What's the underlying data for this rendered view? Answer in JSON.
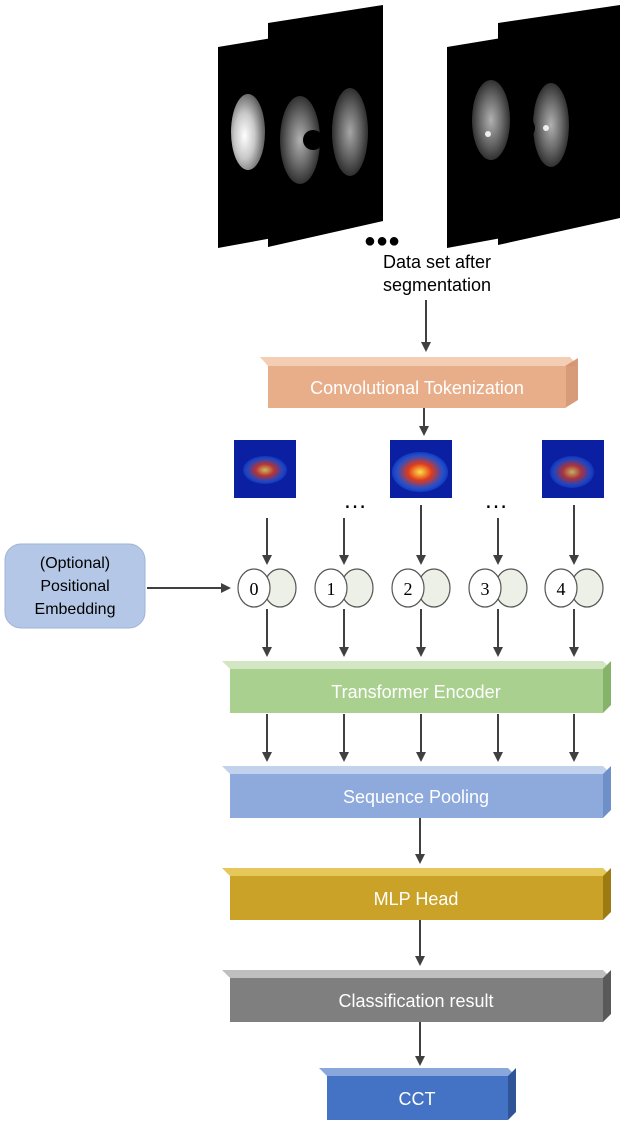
{
  "input": {
    "dots": "●●●",
    "caption_line1": "Data set after",
    "caption_line2": "segmentation"
  },
  "stages": {
    "tokenization": {
      "label": "Convolutional Tokenization",
      "color": "#E8AE8A"
    },
    "transformer": {
      "label": "Transformer Encoder",
      "color": "#A9D08E"
    },
    "pooling": {
      "label": "Sequence Pooling",
      "color": "#8EA9DB"
    },
    "mlp": {
      "label": "MLP Head",
      "color": "#C9A227"
    },
    "classification": {
      "label": "Classification result",
      "color": "#7F7F7F"
    },
    "cct": {
      "label": "CCT",
      "color": "#4472C4"
    }
  },
  "positional_embedding": {
    "line1": "(Optional)",
    "line2": "Positional",
    "line3": "Embedding",
    "color": "#B4C7E7"
  },
  "tokens": [
    "0",
    "1",
    "2",
    "3",
    "4"
  ],
  "ellipsis": "…"
}
